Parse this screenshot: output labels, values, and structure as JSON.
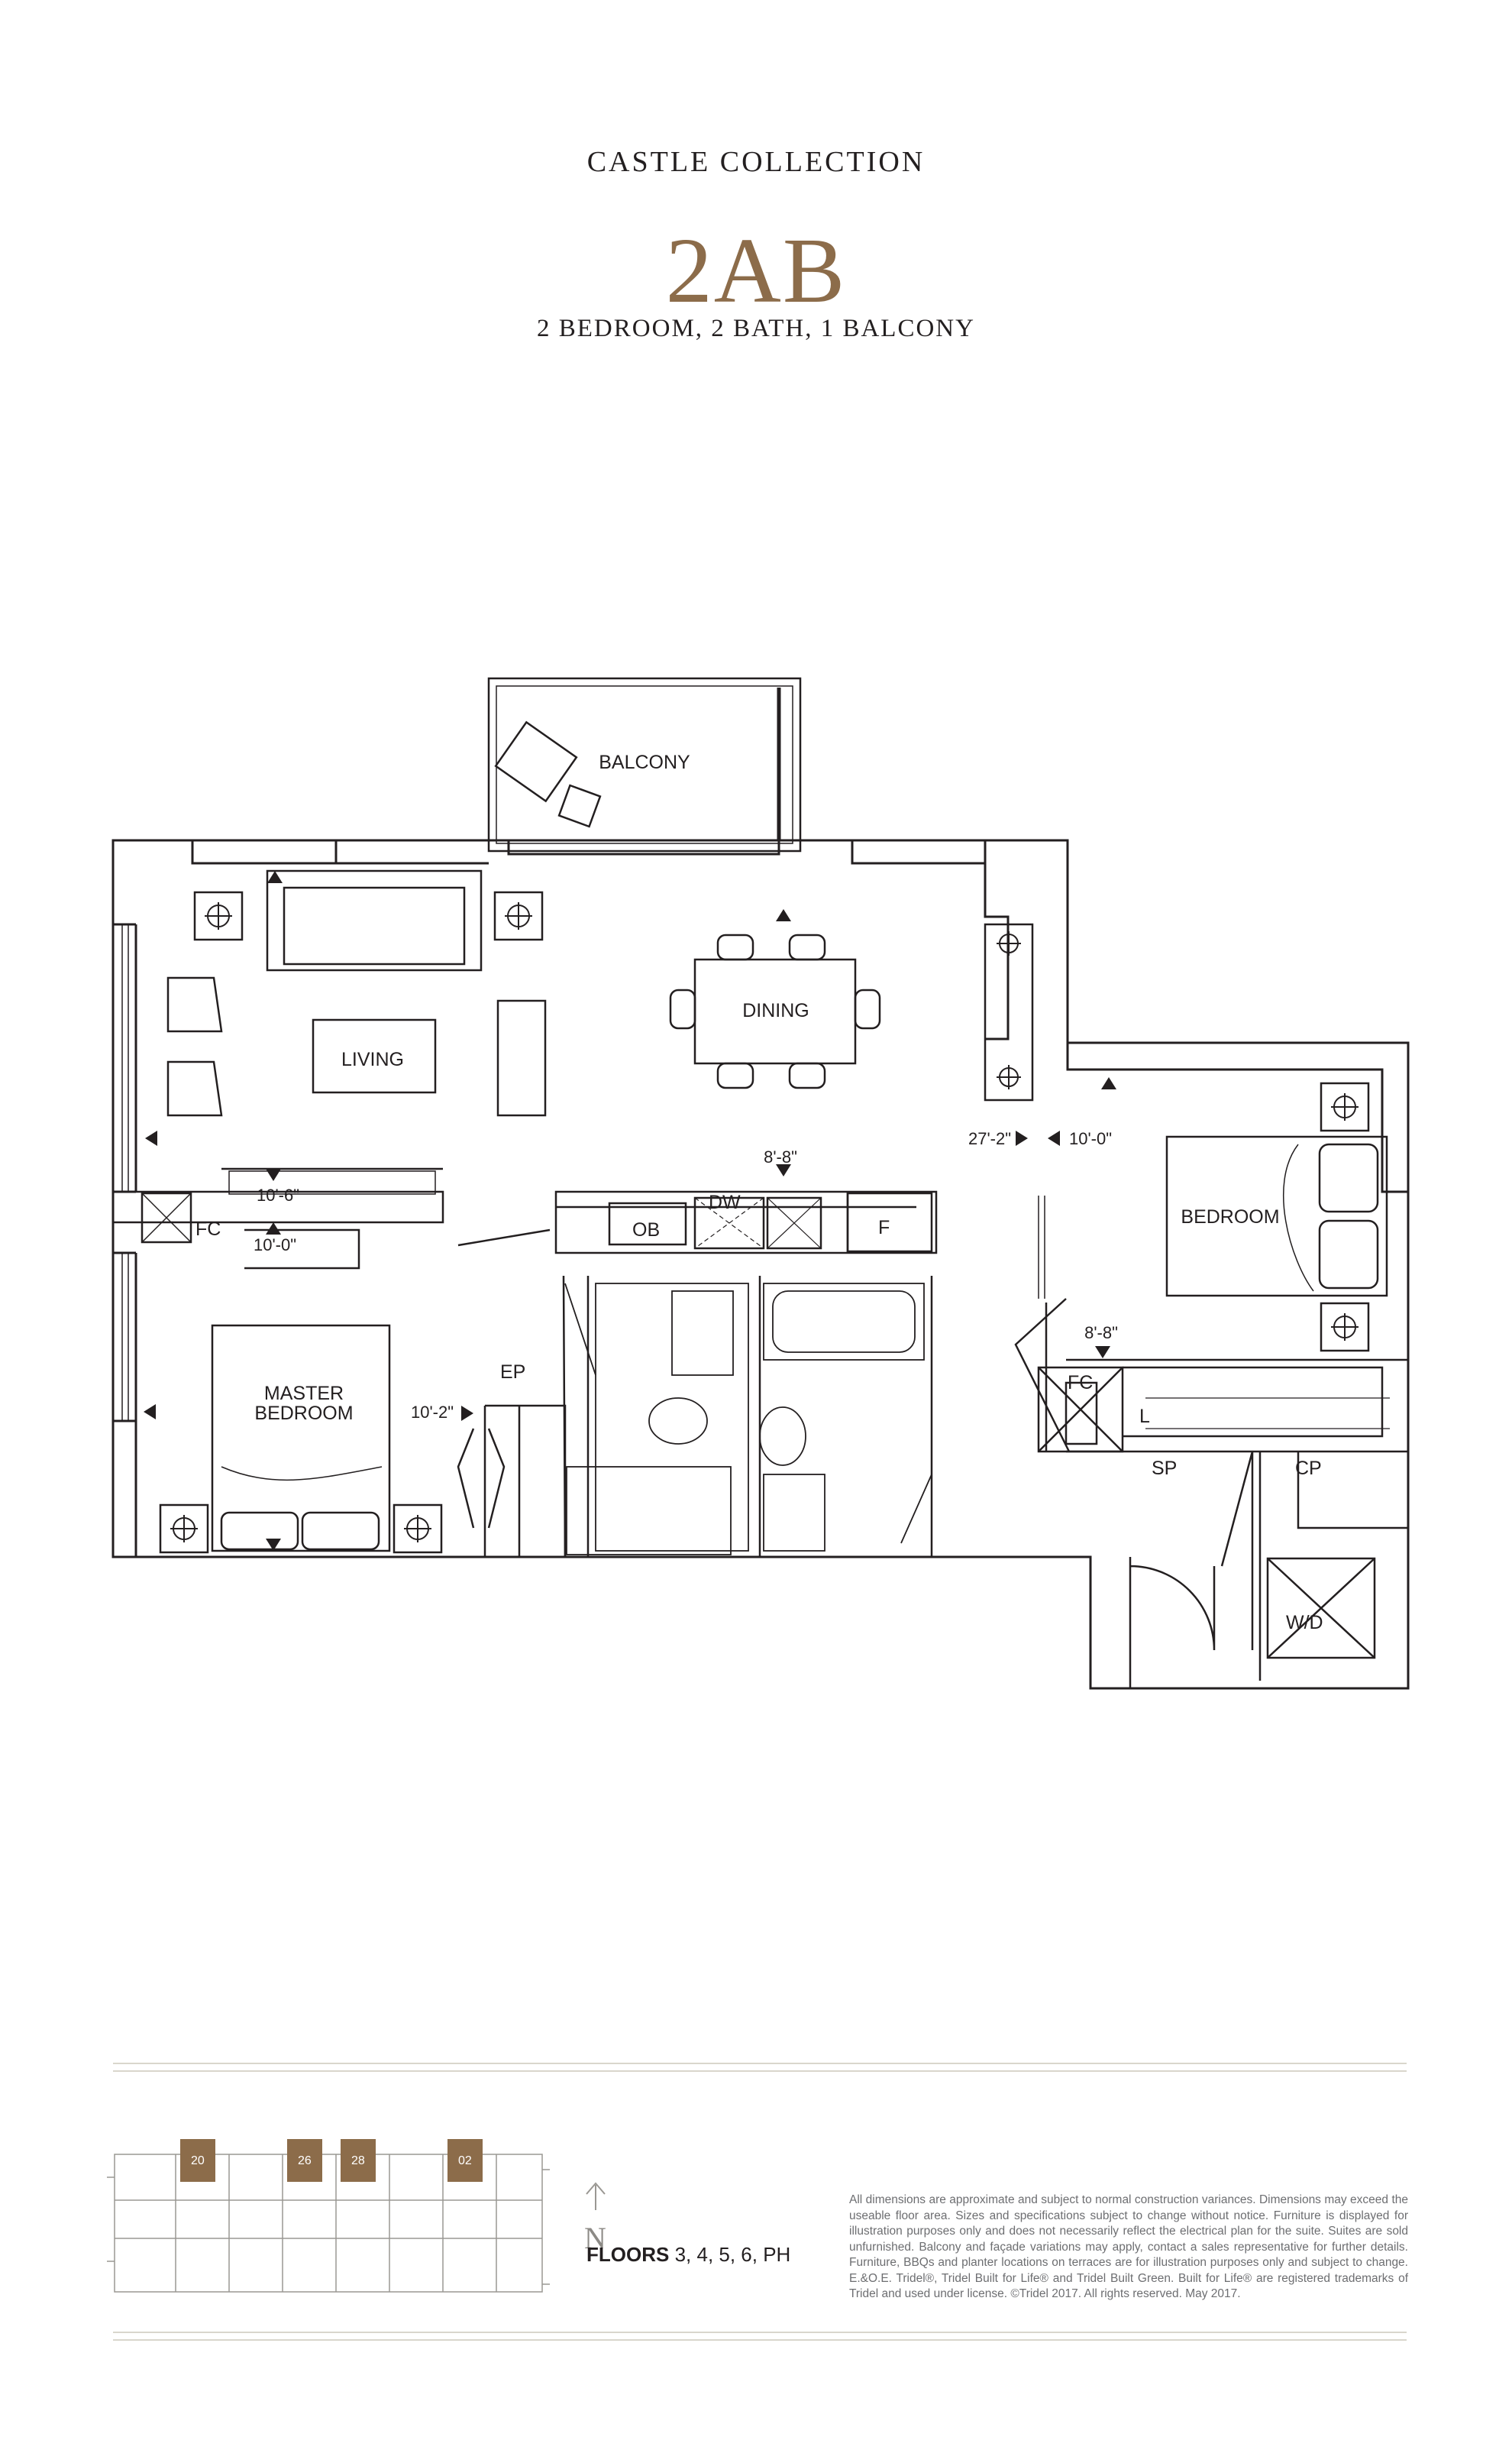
{
  "header": {
    "collection": "CASTLE COLLECTION",
    "unit": "2AB",
    "description": "2 BEDROOM, 2 BATH, 1 BALCONY"
  },
  "rooms": {
    "balcony": "BALCONY",
    "living": "LIVING",
    "dining": "DINING",
    "bedroom": "BEDROOM",
    "master_line1": "MASTER",
    "master_line2": "BEDROOM"
  },
  "fixtures": {
    "fc_left": "FC",
    "fc_right": "FC",
    "ob": "OB",
    "dw": "DW",
    "f": "F",
    "ep": "EP",
    "l": "L",
    "sp": "SP",
    "cp": "CP",
    "wd": "W/D"
  },
  "dimensions": {
    "living_w": "10'-6\"",
    "living_h": "10'-0\"",
    "kitchen": "8'-8\"",
    "dining_len": "27'-2\"",
    "bedroom_w": "10'-0\"",
    "bedroom_h": "8'-8\"",
    "master": "10'-2\""
  },
  "keyplan": {
    "units": [
      "20",
      "26",
      "28",
      "02"
    ],
    "north": "N"
  },
  "footer": {
    "floors_label": "FLOORS",
    "floors_values": "3, 4, 5, 6, PH",
    "disclaimer": "All dimensions are approximate and subject to normal construction variances. Dimensions may exceed the useable floor area. Sizes and specifications subject to change without notice. Furniture is displayed for illustration purposes only and does not necessarily reflect the electrical plan for the suite. Suites are sold unfurnished. Balcony and façade variations may apply, contact a sales representative for further details. Furniture, BBQs and planter locations on terraces are for illustration purposes only and subject to change. E.&O.E. Tridel®, Tridel Built for Life® and Tridel Built Green. Built for Life® are registered trademarks of Tridel and used under license. ©Tridel 2017. All rights reserved. May 2017."
  },
  "colors": {
    "accent": "#8c6c4a",
    "ink": "#231f20",
    "rule": "#d9d6cc",
    "keyplan_unit": "#8c6c4a"
  }
}
